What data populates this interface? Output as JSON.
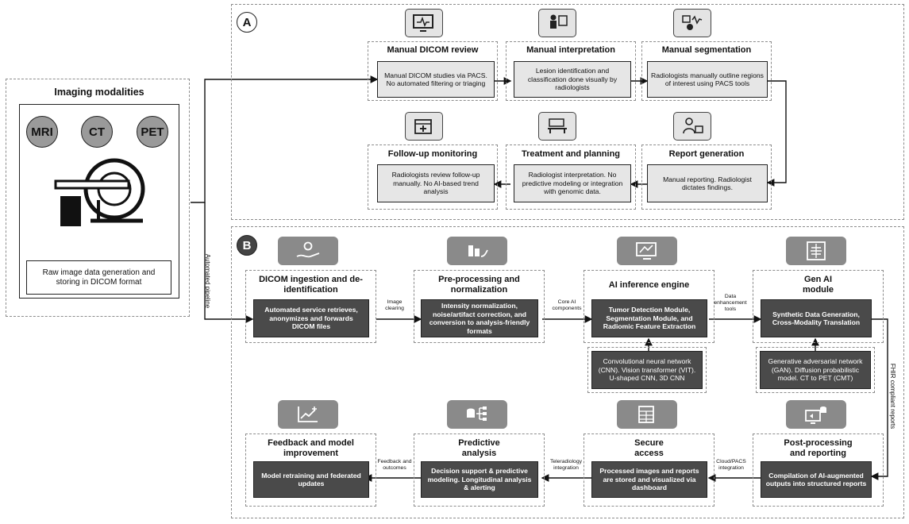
{
  "modalities": {
    "title": "Imaging modalities",
    "items": [
      "MRI",
      "CT",
      "PET"
    ],
    "caption": "Raw image data generation and storing in DICOM format"
  },
  "pipeline_label": "Automated pipeline",
  "section_a": {
    "label": "A",
    "row1": [
      {
        "title": "Manual DICOM review",
        "text": "Manual DICOM studies via PACS. No automated filtering or triaging"
      },
      {
        "title": "Manual interpretation",
        "text": "Lesion identification and classification done visually by radiologists"
      },
      {
        "title": "Manual segmentation",
        "text": "Radiologists manually outline regions of interest using PACS tools"
      }
    ],
    "row2": [
      {
        "title": "Follow-up monitoring",
        "text": "Radiologists review follow-up manually. No AI-based trend analysis"
      },
      {
        "title": "Treatment and planning",
        "text": "Radiologist interpretation. No predictive modeling or integration with genomic data."
      },
      {
        "title": "Report generation",
        "text": "Manual reporting. Radiologist dictates findings."
      }
    ]
  },
  "section_b": {
    "label": "B",
    "row1": [
      {
        "title": "DICOM ingestion and de-identification",
        "text": "Automated service retrieves, anonymizes and forwards DICOM files"
      },
      {
        "title": "Pre-processing and normalization",
        "text": "Intensity normalization, noise/artifact correction, and conversion to analysis-friendly formats"
      },
      {
        "title": "AI inference engine",
        "text": "Tumor Detection Module, Segmentation Module, and Radiomic Feature Extraction"
      },
      {
        "title": "Gen AI module",
        "text": "Synthetic Data Generation, Cross-Modality Translation"
      }
    ],
    "subs": [
      "Convolutional neural network (CNN). Vision transformer (VIT). U-shaped CNN, 3D CNN",
      "Generative adversarial network (GAN). Diffusion probabilistic model. CT to PET (CMT)"
    ],
    "row2": [
      {
        "title": "Feedback and model improvement",
        "text": "Model retraining and federated updates"
      },
      {
        "title": "Predictive analysis",
        "text": "Decision support & predictive modeling. Longitudinal analysis & alerting"
      },
      {
        "title": "Secure access",
        "text": "Processed images and reports are stored and visualized via dashboard"
      },
      {
        "title": "Post-processing and reporting",
        "text": "Compilation of AI-augmented outputs into structured reports"
      }
    ],
    "connectors": {
      "image_clearing": "Image clearing",
      "core_ai": "Core AI components",
      "data_enhancement": "Data enhancement tools",
      "fhir": "FHIR compliant reports",
      "cloud_pacs": "Cloud/PACS integration",
      "teleradiology": "Teleradiology integration",
      "feedback": "Feedback and outcomes"
    }
  }
}
